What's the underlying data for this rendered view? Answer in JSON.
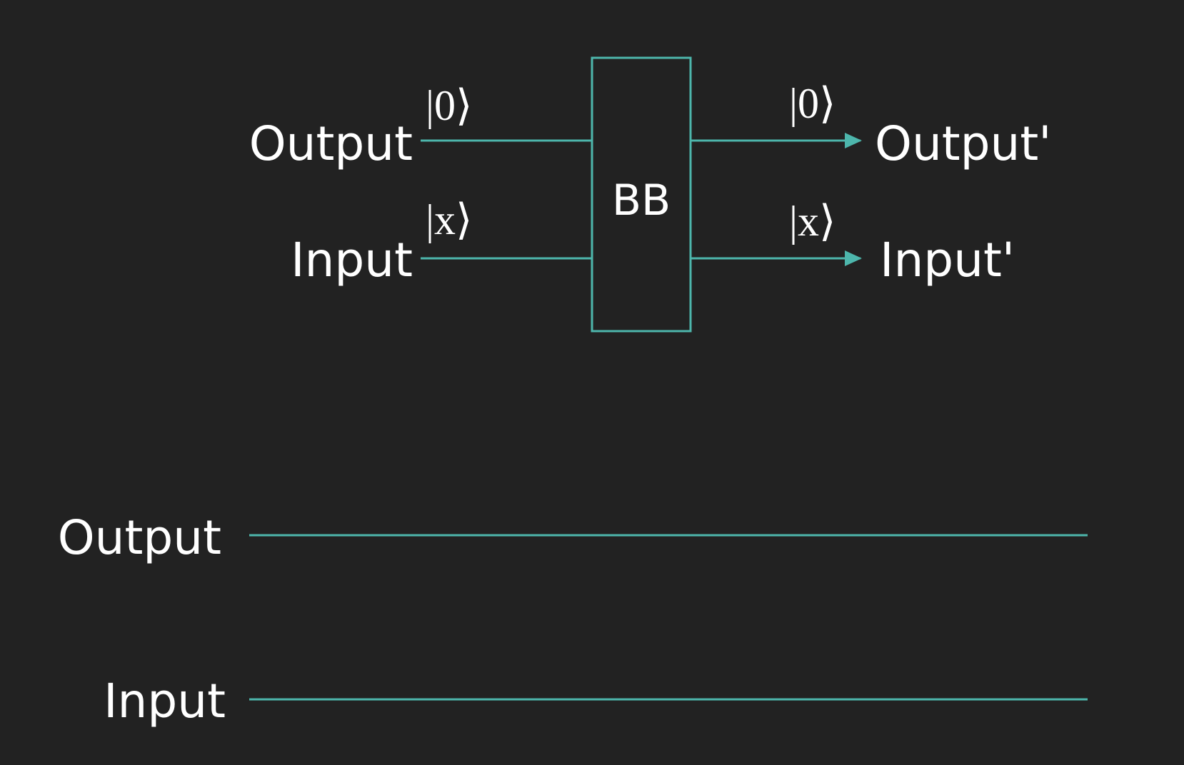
{
  "colors": {
    "background": "#222222",
    "wire": "#4db6ac",
    "text": "#ffffff"
  },
  "top_circuit": {
    "box_label": "BB",
    "left_output_label": "Output",
    "left_input_label": "Input",
    "right_output_label": "Output'",
    "right_input_label": "Input'",
    "ket_output_in": "|0⟩",
    "ket_input_in": "|x⟩",
    "ket_output_out": "|0⟩",
    "ket_input_out": "|x⟩"
  },
  "bottom_circuit": {
    "output_label": "Output",
    "input_label": "Input"
  }
}
